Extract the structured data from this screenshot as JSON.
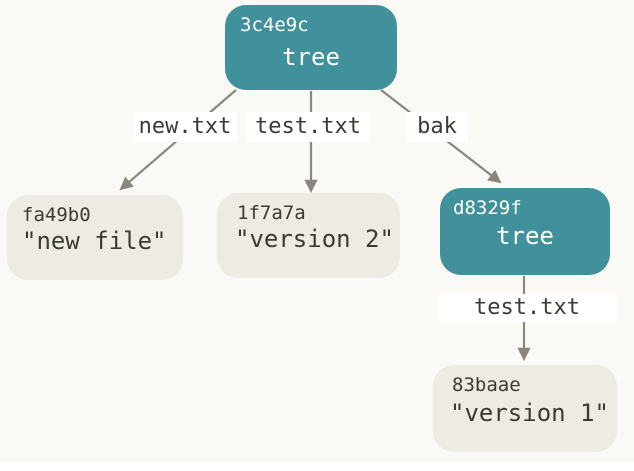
{
  "colors": {
    "background": "#faf9f5",
    "tree_node_fill": "#40919b",
    "blob_node_fill": "#edebe3",
    "dark_text": "#3b3a35",
    "light_text": "#ffffff",
    "arrow": "#8a857d",
    "edge_label_background": "#ffffff"
  },
  "nodes": {
    "root_tree": {
      "hash": "3c4e9c",
      "type_label": "tree"
    },
    "blob_new_file": {
      "hash": "fa49b0",
      "content": "\"new file\""
    },
    "blob_version_2": {
      "hash": "1f7a7a",
      "content": "\"version 2\""
    },
    "sub_tree": {
      "hash": "d8329f",
      "type_label": "tree"
    },
    "blob_version_1": {
      "hash": "83baae",
      "content": "\"version 1\""
    }
  },
  "edges": {
    "new_txt": {
      "label": "new.txt"
    },
    "test_txt": {
      "label": "test.txt"
    },
    "bak": {
      "label": "bak"
    },
    "sub_test_txt": {
      "label": "test.txt"
    }
  }
}
